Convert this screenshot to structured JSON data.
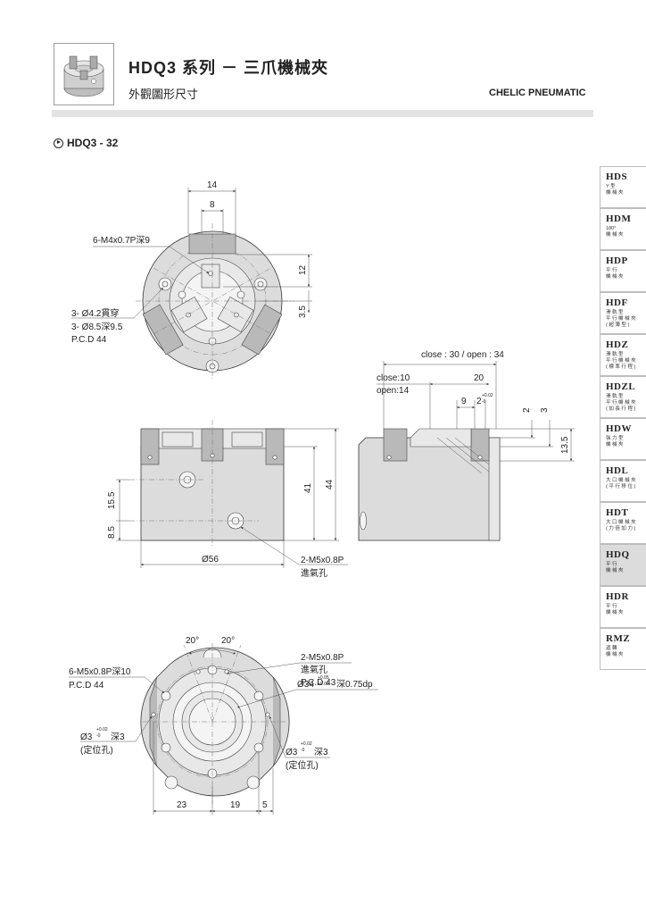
{
  "header": {
    "title": "HDQ3 系列 － 三爪機械夾",
    "subtitle": "外觀圖形尺寸",
    "brand": "CHELIC PNEUMATIC"
  },
  "model": "HDQ3 - 32",
  "sidebar": {
    "items": [
      {
        "code": "HDS",
        "desc": "Y 型\n機 械 夾",
        "active": false
      },
      {
        "code": "HDM",
        "desc": "180°\n機 械 夾",
        "active": false
      },
      {
        "code": "HDP",
        "desc": "平 行\n機 械 夾",
        "active": false
      },
      {
        "code": "HDF",
        "desc": "滑 軌 型\n平 行 機 械 夾\n( 超 薄 型 )",
        "active": false
      },
      {
        "code": "HDZ",
        "desc": "滑 軌 型\n平 行 機 械 夾\n( 標 準 行 程 )",
        "active": false
      },
      {
        "code": "HDZL",
        "desc": "滑 軌 型\n平 行 機 械 夾\n( 加 長 行 程 )",
        "active": false
      },
      {
        "code": "HDW",
        "desc": "強 力 型\n機 械 夾",
        "active": false
      },
      {
        "code": "HDL",
        "desc": "大 口 機 械 夾\n( 平 行 移 位 )",
        "active": false
      },
      {
        "code": "HDT",
        "desc": "大 口 機 械 夾\n( 力 倍 加 力 )",
        "active": false
      },
      {
        "code": "HDQ",
        "desc": "平 行\n機 械 夾",
        "active": true
      },
      {
        "code": "HDR",
        "desc": "平 行\n機 械 夾",
        "active": false
      },
      {
        "code": "RMZ",
        "desc": "迴 轉\n機 械 夾",
        "active": false
      }
    ]
  },
  "dims": {
    "top": {
      "d14": "14",
      "d8": "8",
      "thread": "6-M4x0.7P深9",
      "d12": "12",
      "d35": "3.5",
      "thru": "3- Ø4.2貫穿",
      "cbore": "3- Ø8.5深9.5",
      "pcd": "P.C.D 44"
    },
    "front": {
      "d41": "41",
      "d44": "44",
      "d155": "15.5",
      "d85": "8.5",
      "dia56": "Ø56",
      "port": "2-M5x0.8P",
      "port_label": "進氣孔"
    },
    "side": {
      "stroke": "close : 30 / open : 34",
      "close": "close:10",
      "open": "open:14",
      "d20": "20",
      "d9": "9",
      "d2tol": "2",
      "tol_up": "+0.02",
      "tol_dn": "-0",
      "d2": "2",
      "d3": "3",
      "d135": "13.5"
    },
    "bottom": {
      "ang1": "20°",
      "ang2": "20°",
      "thread": "6-M5x0.8P深10",
      "pcd1": "P.C.D 44",
      "port": "2-M5x0.8P",
      "port_label": "進氣孔",
      "pcd2": "P.C.D 43",
      "dia34": "Ø34",
      "dia34_up": "+0.05",
      "dia34_dn": "+0.02",
      "dia34_depth": "深0.75dp",
      "pin_l": "Ø3",
      "pin_l_up": "+0.02",
      "pin_l_dn": "-0",
      "pin_l_depth": "深3",
      "pin_l_label": "(定位孔)",
      "pin_r": "Ø3",
      "pin_r_up": "+0.02",
      "pin_r_dn": "-0",
      "pin_r_depth": "深3",
      "pin_r_label": "(定位孔)",
      "d23": "23",
      "d19": "19",
      "d5": "5"
    }
  }
}
